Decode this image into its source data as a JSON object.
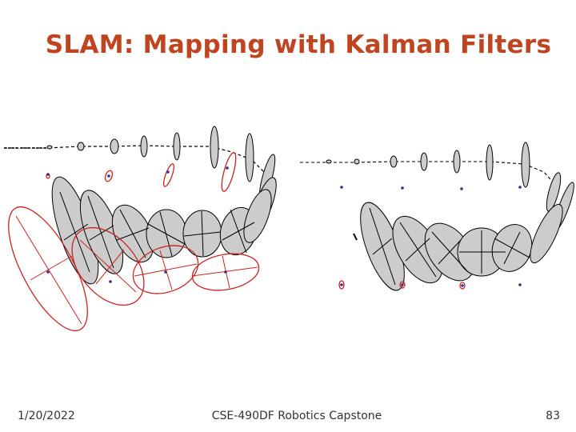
{
  "slide": {
    "title": "SLAM: Mapping with Kalman Filters"
  },
  "figure": {
    "description_icon": "slam-uncertainty-ellipses-illustration",
    "colors": {
      "robot_ellipse_fill": "#cccccc",
      "outline": "#000000",
      "landmark_ellipse": "#cc2222",
      "landmark_point": "#3a2a8a"
    }
  },
  "footer": {
    "date": "1/20/2022",
    "course": "CSE-490DF Robotics Capstone",
    "page": "83"
  }
}
